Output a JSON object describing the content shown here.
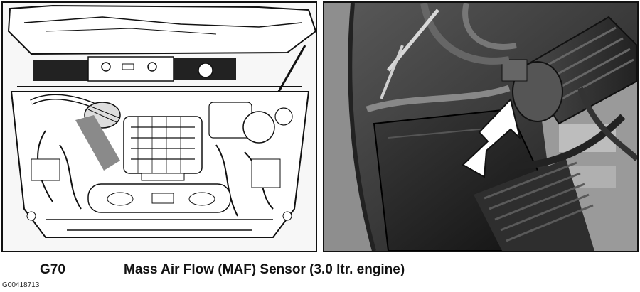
{
  "caption": {
    "code": "G70",
    "title": "Mass Air Flow (MAF) Sensor (3.0 ltr. engine)"
  },
  "figure_id": "G00418713",
  "illustration": {
    "left_panel": "line-drawing-engine-bay",
    "right_panel": "photo-maf-sensor-closeup",
    "marker_colors": {
      "left_arrow": "#8a8a8a",
      "right_arrow": "#ffffff"
    }
  }
}
